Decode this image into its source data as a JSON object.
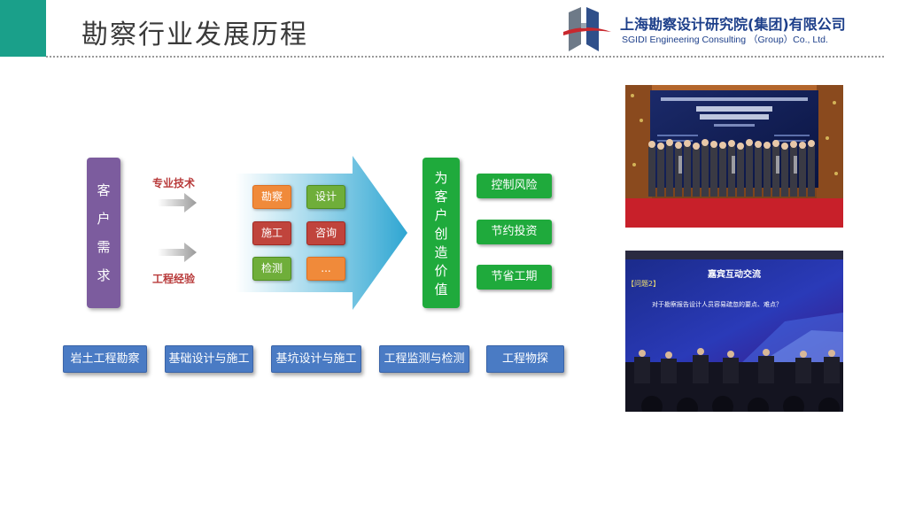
{
  "header": {
    "title": "勘察行业发展历程",
    "company_cn": "上海勘察设计研究院(集团)有限公司",
    "company_en": "SGIDI Engineering Consulting （Group）Co., Ltd."
  },
  "diagram": {
    "customer_need": [
      "客",
      "户",
      "需",
      "求"
    ],
    "input_labels": [
      "专业技术",
      "工程经验"
    ],
    "services": [
      {
        "label": "勘察",
        "color": "orange"
      },
      {
        "label": "设计",
        "color": "green"
      },
      {
        "label": "施工",
        "color": "red"
      },
      {
        "label": "咨询",
        "color": "red"
      },
      {
        "label": "检测",
        "color": "green"
      },
      {
        "label": "...",
        "color": "orange"
      }
    ],
    "value_text": [
      "为",
      "客",
      "户",
      "创",
      "造",
      "价",
      "值"
    ],
    "outcomes": [
      "控制风险",
      "节约投资",
      "节省工期"
    ],
    "business_lines": [
      "岩土工程勘察",
      "基础设计与施工",
      "基坑设计与施工",
      "工程监测与检测",
      "工程物探"
    ]
  },
  "photo2": {
    "screen_title": "嘉宾互动交流",
    "question_tag": "【问题2】",
    "question_text": "对于勘察报告设计人员容易疏忽的要点、难点？"
  },
  "colors": {
    "accent_teal": "#1aa08a",
    "purple": "#7c5c9e",
    "green": "#1faa3c",
    "blue": "#4a7bc4",
    "label_red": "#b83a3a"
  }
}
